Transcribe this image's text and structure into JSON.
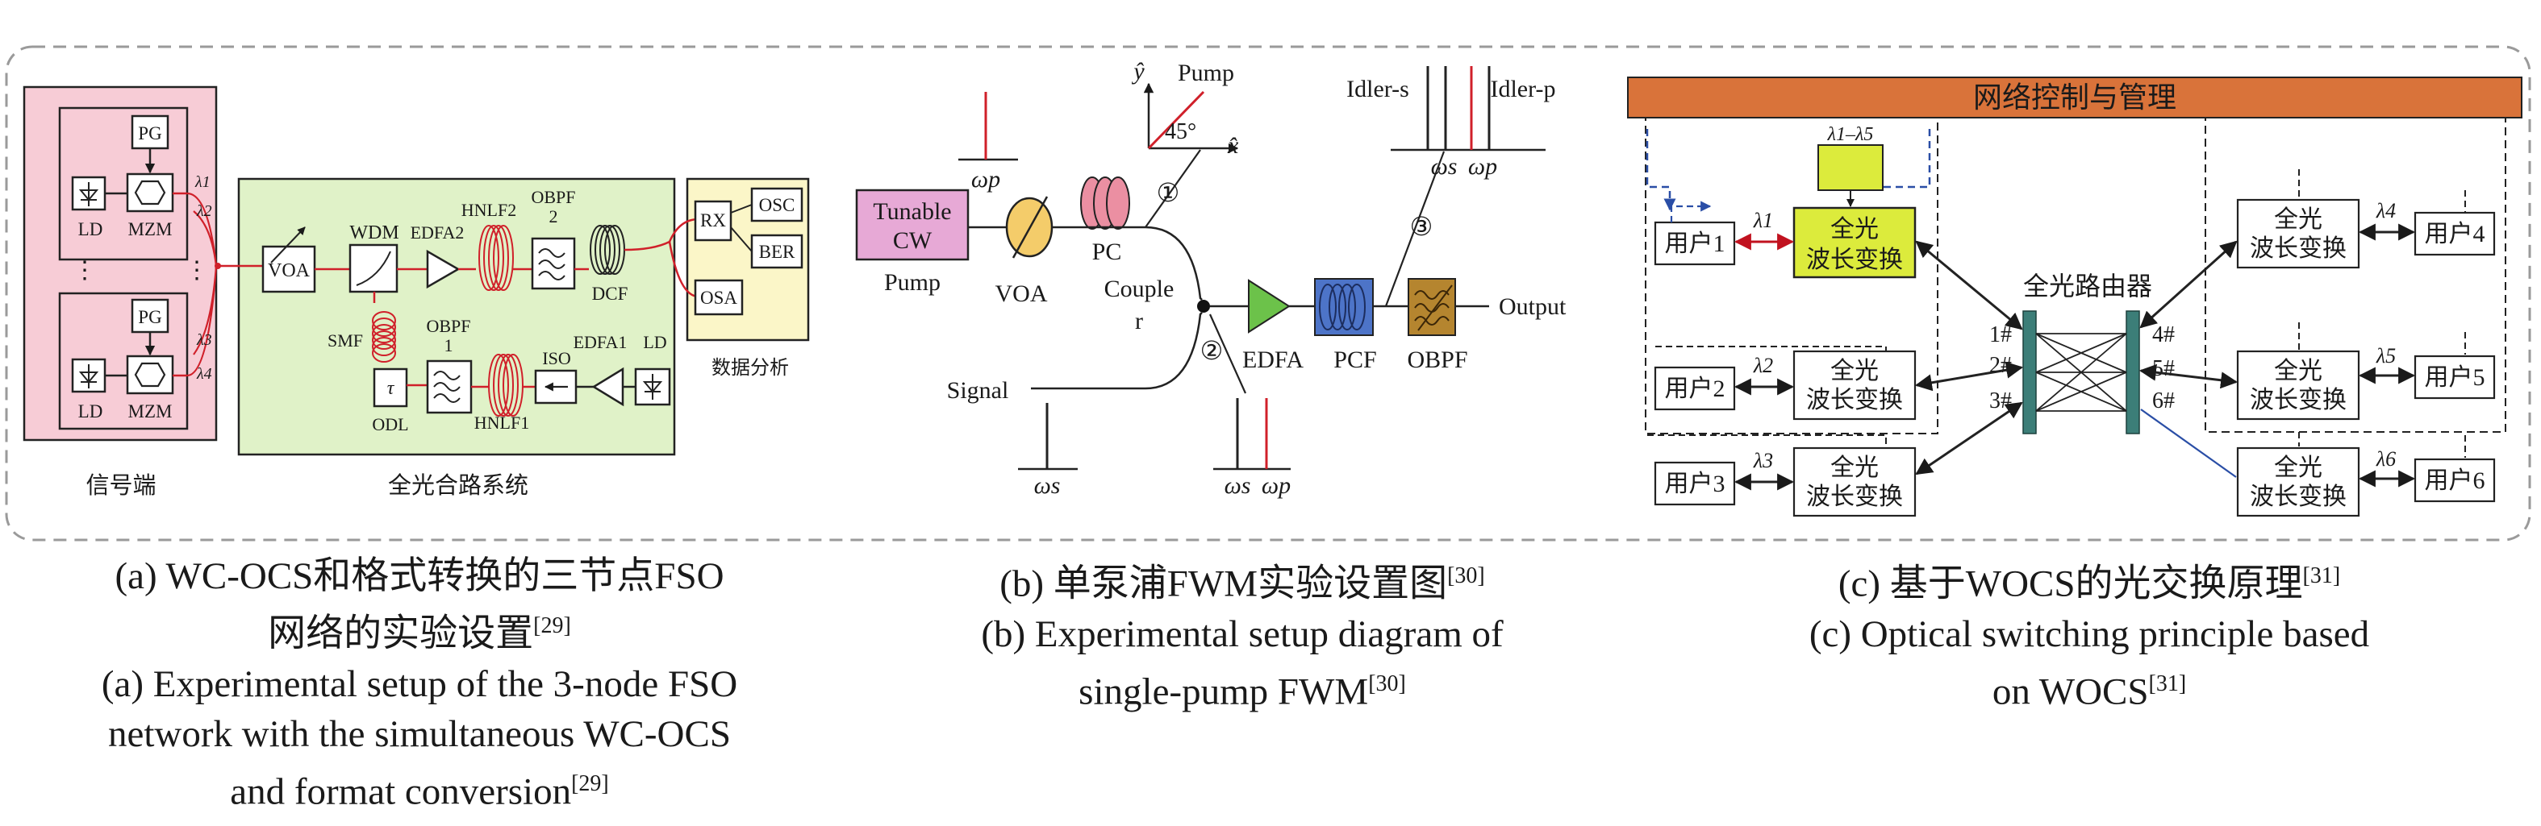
{
  "panel_a": {
    "pg_upper": "PG",
    "ld_upper": "LD",
    "mzm_upper": "MZM",
    "pg_lower": "PG",
    "ld_lower": "LD",
    "mzm_lower": "MZM",
    "lam1": "λ1",
    "lam2": "λ2",
    "lam3": "λ3",
    "lam4": "λ4",
    "ellipsis_left": "⋮",
    "ellipsis_right": "⋮",
    "voa": "VOA",
    "wdm": "WDM",
    "edfa2": "EDFA2",
    "hnlf2": "HNLF2",
    "obpf2_a": "OBPF",
    "obpf2_b": "2",
    "dcf": "DCF",
    "smf": "SMF",
    "tau": "τ",
    "odl": "ODL",
    "obpf1_a": "OBPF",
    "obpf1_b": "1",
    "hnlf1": "HNLF1",
    "iso": "ISO",
    "edfa1": "EDFA1",
    "ld_pump": "LD",
    "rx": "RX",
    "osc": "OSC",
    "ber": "BER",
    "osa": "OSA",
    "data_analysis": "数据分析",
    "signal_end": "信号端",
    "all_optical_system": "全光合路系统"
  },
  "panel_b": {
    "y_axis": "ŷ",
    "x_axis": "x̂",
    "pump_label": "Pump",
    "angle": "45°",
    "omega_p": "ωp",
    "tunable_cw_1": "Tunable",
    "tunable_cw_2": "CW",
    "pump": "Pump",
    "voa": "VOA",
    "pc": "PC",
    "coupler_1": "Couple",
    "coupler_2": "r",
    "n1": "①",
    "n2": "②",
    "n3": "③",
    "idler_s": "Idler-s",
    "idler_p": "Idler-p",
    "omega_s_top": "ωs",
    "omega_p_top": "ωp",
    "edfa": "EDFA",
    "pcf": "PCF",
    "obpf": "OBPF",
    "output": "Output",
    "signal": "Signal",
    "omega_s_bottom": "ωs",
    "omega_s_bottom2": "ωs",
    "omega_p_bottom2": "ωp"
  },
  "panel_c": {
    "header": "网络控制与管理",
    "lambda_range": "λ1–λ5",
    "user1": "用户1",
    "user2": "用户2",
    "user3": "用户3",
    "user4": "用户4",
    "user5": "用户5",
    "user6": "用户6",
    "lam1": "λ1",
    "lam2": "λ2",
    "lam3": "λ3",
    "lam4": "λ4",
    "lam5": "λ5",
    "lam6": "λ6",
    "wc_line1": "全光",
    "wc_line2": "波长变换",
    "router": "全光路由器",
    "port1": "1#",
    "port2": "2#",
    "port3": "3#",
    "port4": "4#",
    "port5": "5#",
    "port6": "6#"
  },
  "captions": {
    "a_zh_1": "(a) WC-OCS和格式转换的三节点FSO",
    "a_zh_2": "网络的实验设置",
    "a_zh_ref": "[29]",
    "a_en_1": "(a) Experimental setup of the 3-node FSO",
    "a_en_2": "network with the simultaneous WC-OCS",
    "a_en_3": "and format conversion",
    "a_en_ref": "[29]",
    "b_zh": "(b) 单泵浦FWM实验设置图",
    "b_zh_ref": "[30]",
    "b_en_1": "(b) Experimental setup diagram of",
    "b_en_2": "single-pump FWM",
    "b_en_ref": "[30]",
    "c_zh": "(c) 基于WOCS的光交换原理",
    "c_zh_ref": "[31]",
    "c_en_1": "(c) Optical switching principle based",
    "c_en_2": "on WOCS",
    "c_en_ref": "[31]"
  },
  "colors": {
    "pink_panel": "#f7ccd6",
    "green_panel": "#e0f2c8",
    "yellow_panel": "#fbf6c8",
    "fiber_red": "#d0202a",
    "tunable_pink": "#e7a9d6",
    "voa_yellow": "#f4cc6a",
    "pc_pink": "#eb8fa2",
    "edfa_green": "#6cc24a",
    "pcf_blue": "#4d74c8",
    "obpf_brown": "#b5852f",
    "header_orange": "#d9733a",
    "wc_yellow": "#dceb3c",
    "router_teal": "#3c7e78",
    "arrow_blue": "#2a4ea6",
    "frame_gray": "#9a9a9a"
  }
}
